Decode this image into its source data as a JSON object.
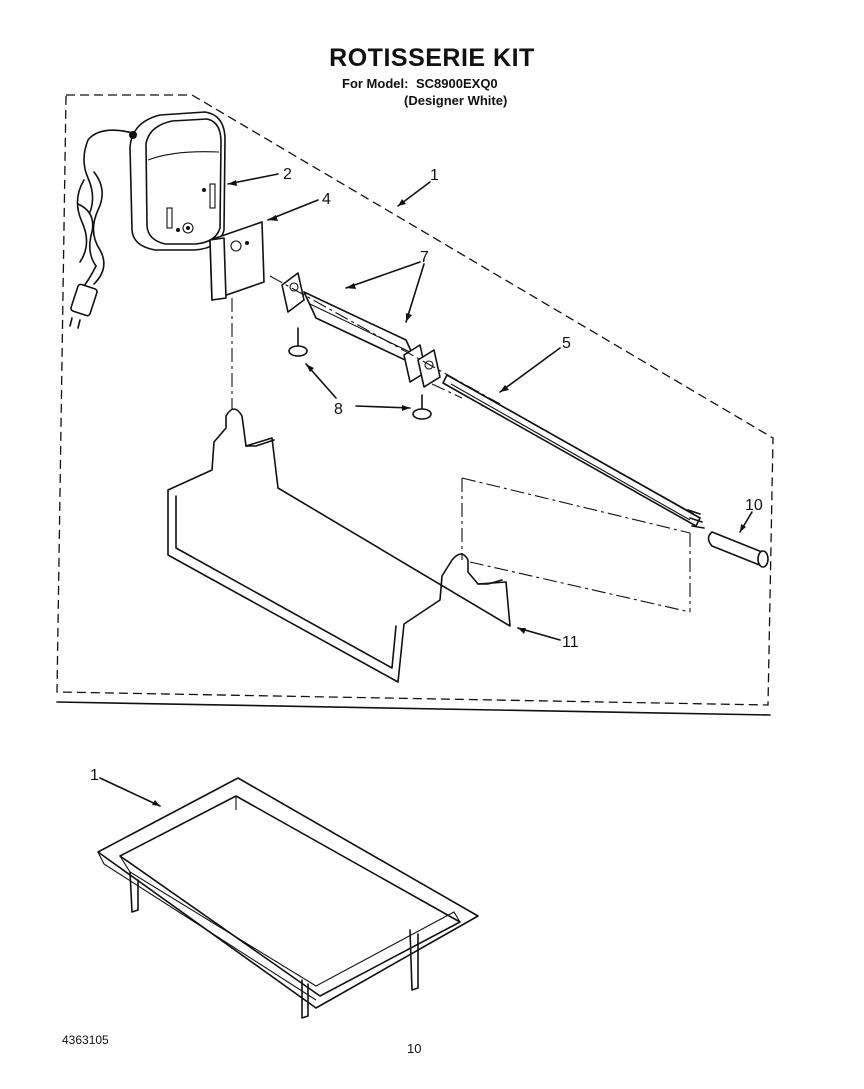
{
  "header": {
    "title": "ROTISSERIE KIT",
    "model_label": "For Model:",
    "model_number": "SC8900EXQ0",
    "variant": "(Designer White)"
  },
  "callouts": [
    "1",
    "2",
    "4",
    "7",
    "5",
    "8",
    "10",
    "11",
    "1"
  ],
  "footer": {
    "part_number": "4363105",
    "page_number": "10"
  }
}
